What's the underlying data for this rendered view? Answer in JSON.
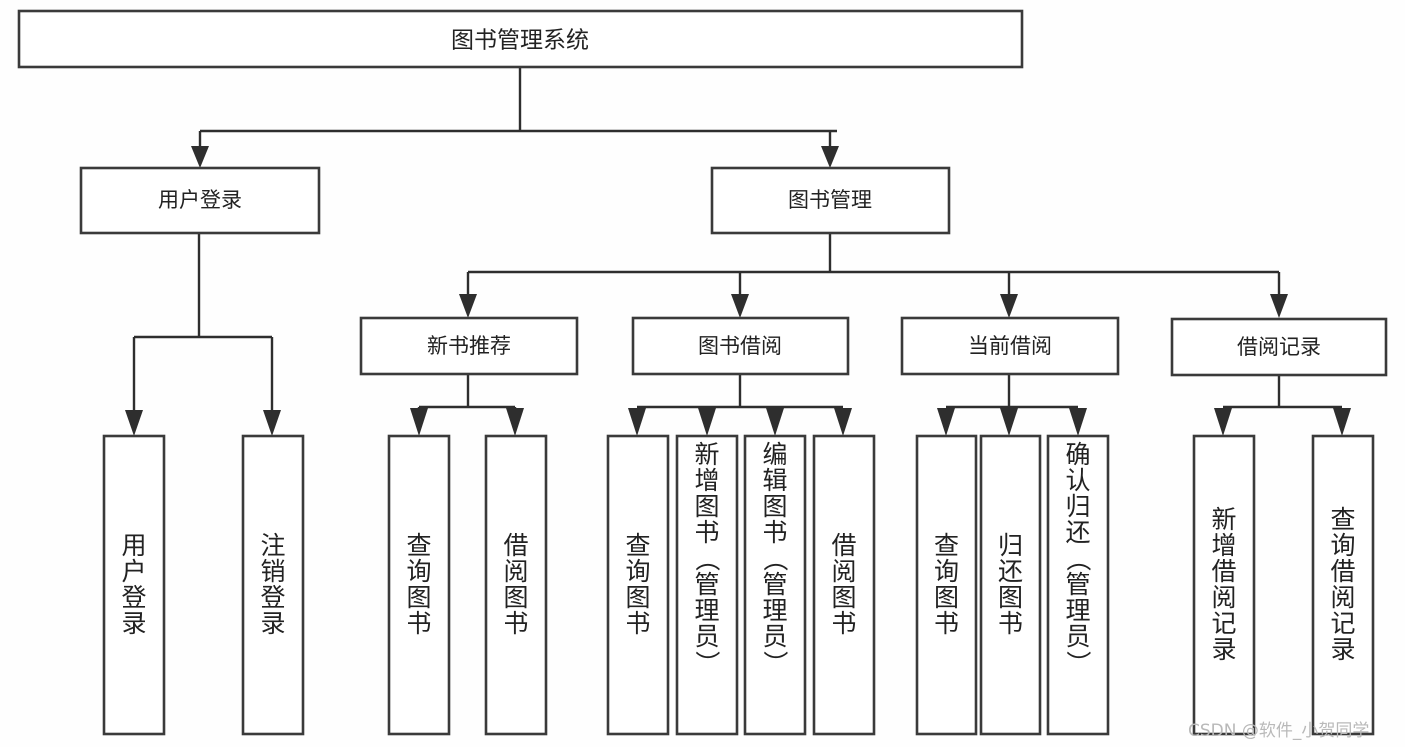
{
  "diagram": {
    "type": "tree-hierarchy",
    "title": "图书管理系统",
    "watermark": "CSDN @软件_小贺同学",
    "colors": {
      "background": "#fefefe",
      "box_fill": "#ffffff",
      "box_stroke": "#3a3a3a",
      "connector": "#2e2e2e",
      "text": "#222222",
      "watermark": "#b9b9b9"
    },
    "levels": {
      "root": {
        "label": "图书管理系统"
      },
      "level2": [
        {
          "id": "user-login",
          "label": "用户登录"
        },
        {
          "id": "book-management",
          "label": "图书管理"
        }
      ],
      "level3": [
        {
          "id": "new-book-recommend",
          "label": "新书推荐",
          "parent": "book-management"
        },
        {
          "id": "book-borrow",
          "label": "图书借阅",
          "parent": "book-management"
        },
        {
          "id": "current-borrow",
          "label": "当前借阅",
          "parent": "book-management"
        },
        {
          "id": "borrow-record",
          "label": "借阅记录",
          "parent": "book-management"
        }
      ],
      "leaves": [
        {
          "id": "leaf-user-login",
          "label": "用户登录",
          "parent": "user-login"
        },
        {
          "id": "leaf-logout-login",
          "label": "注销登录",
          "parent": "user-login"
        },
        {
          "id": "leaf-query-book-1",
          "label": "查询图书",
          "parent": "new-book-recommend"
        },
        {
          "id": "leaf-borrow-book-1",
          "label": "借阅图书",
          "parent": "new-book-recommend"
        },
        {
          "id": "leaf-query-book-2",
          "label": "查询图书",
          "parent": "book-borrow"
        },
        {
          "id": "leaf-add-book",
          "label": "新增图书（管理员）",
          "parent": "book-borrow"
        },
        {
          "id": "leaf-edit-book",
          "label": "编辑图书（管理员）",
          "parent": "book-borrow"
        },
        {
          "id": "leaf-borrow-book-2",
          "label": "借阅图书",
          "parent": "book-borrow"
        },
        {
          "id": "leaf-query-book-3",
          "label": "查询图书",
          "parent": "current-borrow"
        },
        {
          "id": "leaf-return-book",
          "label": "归还图书",
          "parent": "current-borrow"
        },
        {
          "id": "leaf-confirm-return",
          "label": "确认归还（管理员）",
          "parent": "current-borrow"
        },
        {
          "id": "leaf-add-record",
          "label": "新增借阅记录",
          "parent": "borrow-record"
        },
        {
          "id": "leaf-query-record",
          "label": "查询借阅记录",
          "parent": "borrow-record"
        }
      ]
    }
  }
}
